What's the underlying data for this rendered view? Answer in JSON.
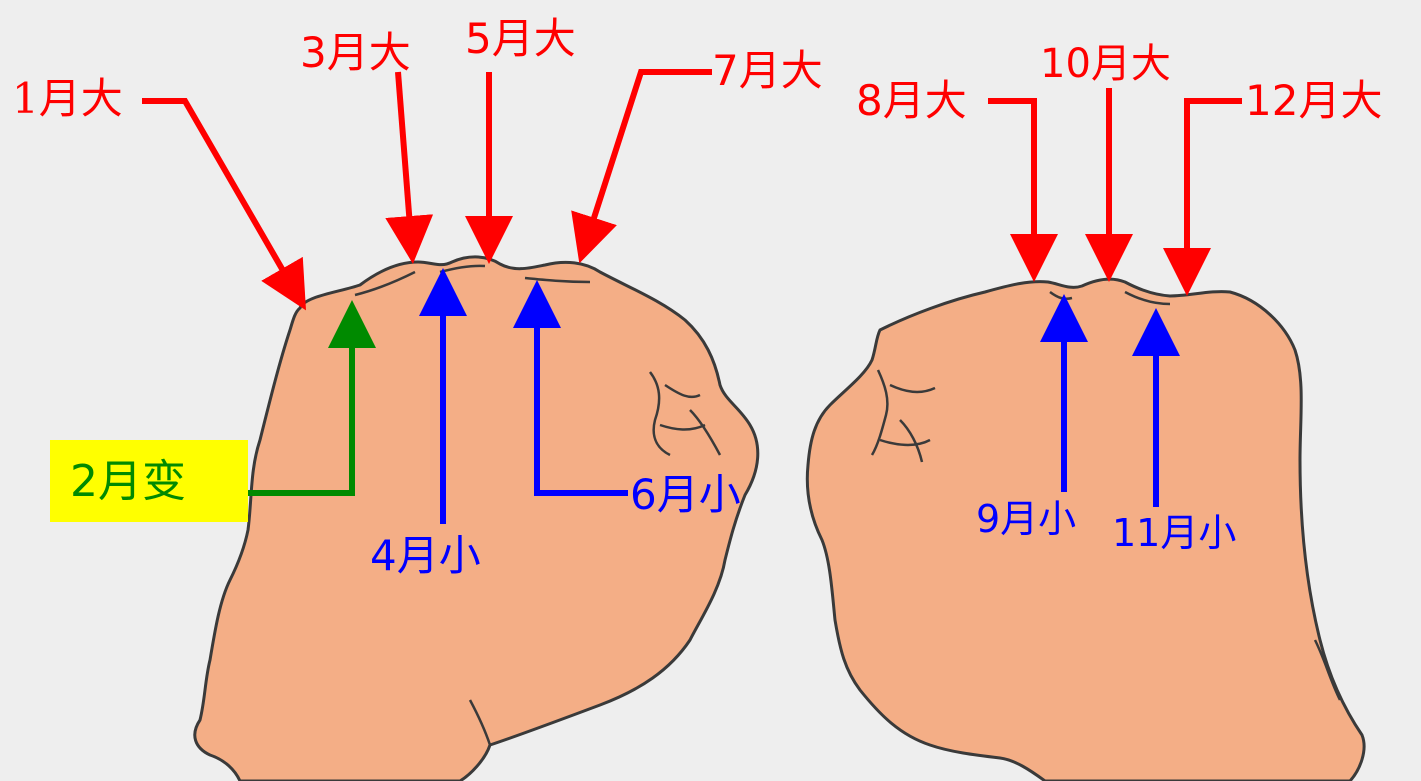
{
  "labels": {
    "m1": "1月大",
    "m2": "2月变",
    "m3": "3月大",
    "m4": "4月小",
    "m5": "5月大",
    "m6": "6月小",
    "m7": "7月大",
    "m8": "8月大",
    "m9": "9月小",
    "m10": "10月大",
    "m11": "11月小",
    "m12": "12月大"
  },
  "colors": {
    "big_month": "#ff0000",
    "small_month": "#0000ff",
    "february": "#008a00",
    "february_highlight": "#ffff00",
    "skin": "#f4ae86",
    "outline": "#3a3a3a",
    "background": "#eeeeee"
  }
}
